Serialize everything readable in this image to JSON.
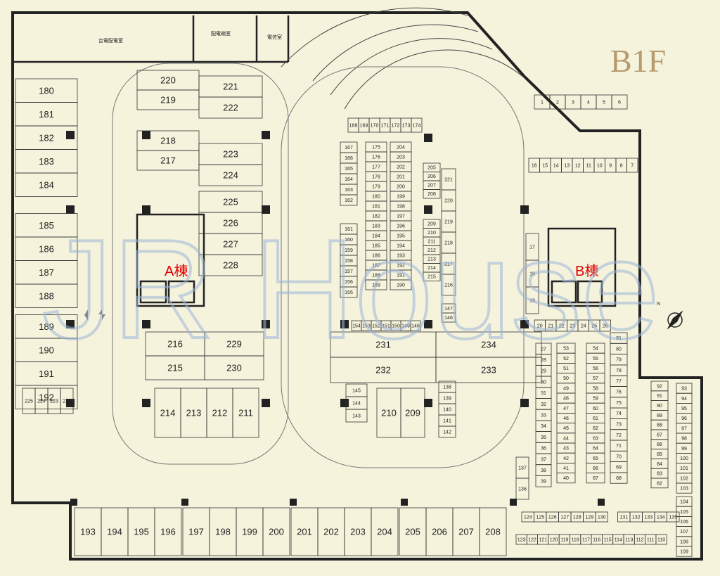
{
  "floor_label": "B1F",
  "rooms": {
    "power_room": "台電配電室",
    "panel_room": "配電箱室",
    "telecom_room": "電信室"
  },
  "buildings": {
    "a": "A棟",
    "b": "B棟"
  },
  "compass": "N",
  "watermark": "JR House",
  "colors": {
    "background": "#f5f3dc",
    "wall": "#222222",
    "building_label": "#e00000",
    "watermark_blue": "#9db7d9",
    "watermark_orange": "#f0b487"
  },
  "spots": {
    "left_col": [
      "180",
      "181",
      "182",
      "183",
      "184",
      "185",
      "186",
      "187",
      "188",
      "189",
      "190",
      "191",
      "192"
    ],
    "moto_left": [
      "225",
      "224",
      "223",
      "222"
    ],
    "bottom_row": [
      "193",
      "194",
      "195",
      "196",
      "197",
      "198",
      "199",
      "200",
      "201",
      "202",
      "203",
      "204",
      "205",
      "206",
      "207",
      "208"
    ],
    "a_left": [
      "220",
      "219",
      "218",
      "217"
    ],
    "a_right": [
      "221",
      "222",
      "223",
      "224",
      "225",
      "226",
      "227",
      "228"
    ],
    "a_south": [
      "216",
      "229",
      "215",
      "230"
    ],
    "a_bottom": [
      "214",
      "213",
      "212",
      "211"
    ],
    "c_top": [
      "168",
      "169",
      "170",
      "171",
      "172",
      "173",
      "174"
    ],
    "c_col1": [
      "167",
      "166",
      "165",
      "164",
      "163",
      "162"
    ],
    "c_col1b": [
      "161",
      "160",
      "159",
      "158",
      "157",
      "156",
      "155"
    ],
    "c_col2": [
      "175",
      "176",
      "177",
      "178",
      "179",
      "180",
      "181",
      "182",
      "183",
      "184",
      "185",
      "186",
      "187",
      "188",
      "189"
    ],
    "c_col3": [
      "204",
      "203",
      "202",
      "201",
      "200",
      "199",
      "198",
      "197",
      "196",
      "195",
      "194",
      "193",
      "192",
      "191",
      "190"
    ],
    "c_col4": [
      "205",
      "206",
      "207",
      "208",
      "209",
      "210",
      "211",
      "212",
      "213",
      "214",
      "215"
    ],
    "c_col5": [
      "221",
      "220",
      "219",
      "218",
      "217",
      "216"
    ],
    "c_extra": [
      "147",
      "146"
    ],
    "c_bottom_row": [
      "154",
      "153",
      "152",
      "151",
      "150",
      "149",
      "148"
    ],
    "c_south": [
      "231",
      "234",
      "232",
      "233"
    ],
    "c_small_left": [
      "145",
      "144",
      "143"
    ],
    "c_small_right": [
      "138",
      "139",
      "140",
      "141",
      "142"
    ],
    "c_bottom": [
      "210",
      "209"
    ],
    "r_top": [
      "1",
      "2",
      "3",
      "4",
      "5",
      "6"
    ],
    "r_row": [
      "16",
      "15",
      "14",
      "13",
      "12",
      "11",
      "10",
      "9",
      "8",
      "7"
    ],
    "r_stair": [
      "17",
      "18",
      "19"
    ],
    "r_row20": [
      "20",
      "21",
      "22",
      "23",
      "24",
      "25",
      "26"
    ],
    "r_col1": [
      "27",
      "28",
      "29",
      "30",
      "31",
      "32",
      "33",
      "34",
      "35",
      "36",
      "37",
      "38",
      "39"
    ],
    "r_col2": [
      "53",
      "52",
      "51",
      "50",
      "49",
      "48",
      "47",
      "46",
      "45",
      "44",
      "43",
      "42",
      "41",
      "40"
    ],
    "r_col3": [
      "54",
      "55",
      "56",
      "57",
      "58",
      "59",
      "60",
      "61",
      "62",
      "63",
      "64",
      "65",
      "66",
      "67"
    ],
    "r_col4": [
      "81",
      "80",
      "79",
      "78",
      "77",
      "76",
      "75",
      "74",
      "73",
      "72",
      "71",
      "70",
      "69",
      "68"
    ],
    "r_col5": [
      "92",
      "91",
      "90",
      "89",
      "88",
      "87",
      "86",
      "85",
      "84",
      "83",
      "82"
    ],
    "r_col6": [
      "93",
      "94",
      "95",
      "96",
      "97",
      "98",
      "99",
      "100",
      "101",
      "102",
      "103"
    ],
    "r_col7": [
      "104",
      "105",
      "106",
      "107",
      "108",
      "109"
    ],
    "r_misc": [
      "137",
      "136"
    ],
    "r_row124": [
      "124",
      "125",
      "126",
      "127",
      "128",
      "129",
      "130",
      "131",
      "132",
      "133",
      "134",
      "135"
    ],
    "r_row123": [
      "123",
      "122",
      "121",
      "120",
      "119",
      "118",
      "117",
      "116",
      "115",
      "114",
      "113",
      "112",
      "111",
      "110"
    ]
  }
}
